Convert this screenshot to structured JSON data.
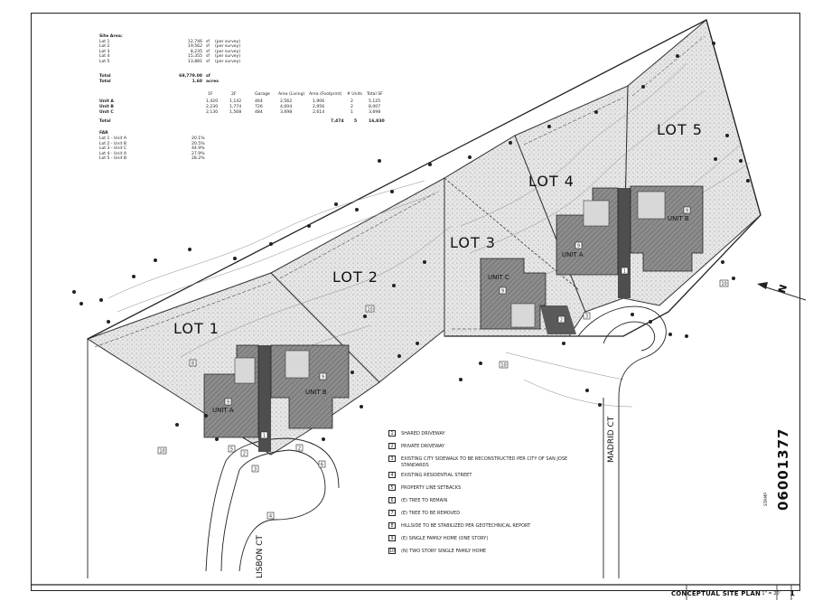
{
  "site_area": {
    "heading": "Site Area:",
    "rows": [
      {
        "label": "Lot 1",
        "value": "12,746",
        "unit": "sf",
        "note": "(per survey)"
      },
      {
        "label": "Lot 2",
        "value": "19,562",
        "unit": "sf",
        "note": "(per survey)"
      },
      {
        "label": "Lot 3",
        "value": "8,235",
        "unit": "sf",
        "note": "(per survey)"
      },
      {
        "label": "Lot 4",
        "value": "15,355",
        "unit": "sf",
        "note": "(per survey)"
      },
      {
        "label": "Lot 5",
        "value": "13,881",
        "unit": "sf",
        "note": "(per survey)"
      }
    ],
    "total1_label": "Total",
    "total1_value": "69,779.00",
    "total1_unit": "sf",
    "total2_label": "Total",
    "total2_value": "1.60",
    "total2_unit": "acres"
  },
  "units_table": {
    "headers": [
      "1F",
      "2F",
      "Garage",
      "Area (Living)",
      "Area (Footprint)",
      "# Units",
      "Total SF"
    ],
    "rows": [
      {
        "label": "Unit A",
        "cells": [
          "1,420",
          "1,142",
          "464",
          "2,562",
          "1,906",
          "2",
          "5,125"
        ]
      },
      {
        "label": "Unit B",
        "cells": [
          "2,230",
          "1,774",
          "726",
          "4,004",
          "2,956",
          "2",
          "8,007"
        ]
      },
      {
        "label": "Unit C",
        "cells": [
          "2,130",
          "1,568",
          "484",
          "3,698",
          "2,614",
          "1",
          "3,698"
        ]
      }
    ],
    "total_label": "Total",
    "total_cells": [
      "7,474",
      "5",
      "16,830"
    ]
  },
  "far": {
    "heading": "FAR",
    "rows": [
      {
        "label": "Lot 1 - Unit A",
        "value": "20.1%"
      },
      {
        "label": "Lot 2 - Unit B",
        "value": "20.5%"
      },
      {
        "label": "Lot 3 - Unit C",
        "value": "44.9%"
      },
      {
        "label": "Lot 4 - Unit A",
        "value": "27.9%"
      },
      {
        "label": "Lot 5 - Unit B",
        "value": "28.2%"
      }
    ]
  },
  "plan": {
    "lot_labels": [
      "LOT 1",
      "LOT 2",
      "LOT 3",
      "LOT 4",
      "LOT 5"
    ],
    "unit_labels": [
      "UNIT A",
      "UNIT B",
      "UNIT C",
      "UNIT A",
      "UNIT B"
    ],
    "street_labels": [
      "LISBON CT",
      "MADRID CT"
    ],
    "north_label": "N"
  },
  "legend": {
    "items": [
      {
        "num": "1",
        "text": "SHARED DRIVEWAY"
      },
      {
        "num": "2",
        "text": "PRIVATE DRIVEWAY"
      },
      {
        "num": "3",
        "text": "EXISTING CITY SIDEWALK TO BE RECONSTRUCTED PER CITY OF SAN JOSE"
      },
      {
        "num": "",
        "text": "STANDARDS"
      },
      {
        "num": "4",
        "text": "EXISTING RESIDENTIAL STREET"
      },
      {
        "num": "5",
        "text": "PROPERTY LINE SETBACKS"
      },
      {
        "num": "6",
        "text": "(E) TREE TO REMAIN"
      },
      {
        "num": "7",
        "text": "(E) TREE TO BE REMOVED"
      },
      {
        "num": "8",
        "text": "HILLSIDE TO BE STABILIZED PER GEOTECHNICAL REPORT"
      },
      {
        "num": "9",
        "text": "(E) SINGLE FAMILY HOME (ONE STORY)"
      },
      {
        "num": "10",
        "text": "(N) TWO STORY SINGLE FAMILY HOME"
      }
    ]
  },
  "title_block": {
    "title": "CONCEPTUAL SITE PLAN",
    "scale": "1\" = 20'",
    "sheet": "1"
  },
  "stamp": {
    "small": "STAMP",
    "number": "06001377"
  },
  "colors": {
    "ink": "#222222",
    "lot_fill": "#e4e4e4",
    "building": "#7a7a7a",
    "drive": "#4a4a4a"
  }
}
